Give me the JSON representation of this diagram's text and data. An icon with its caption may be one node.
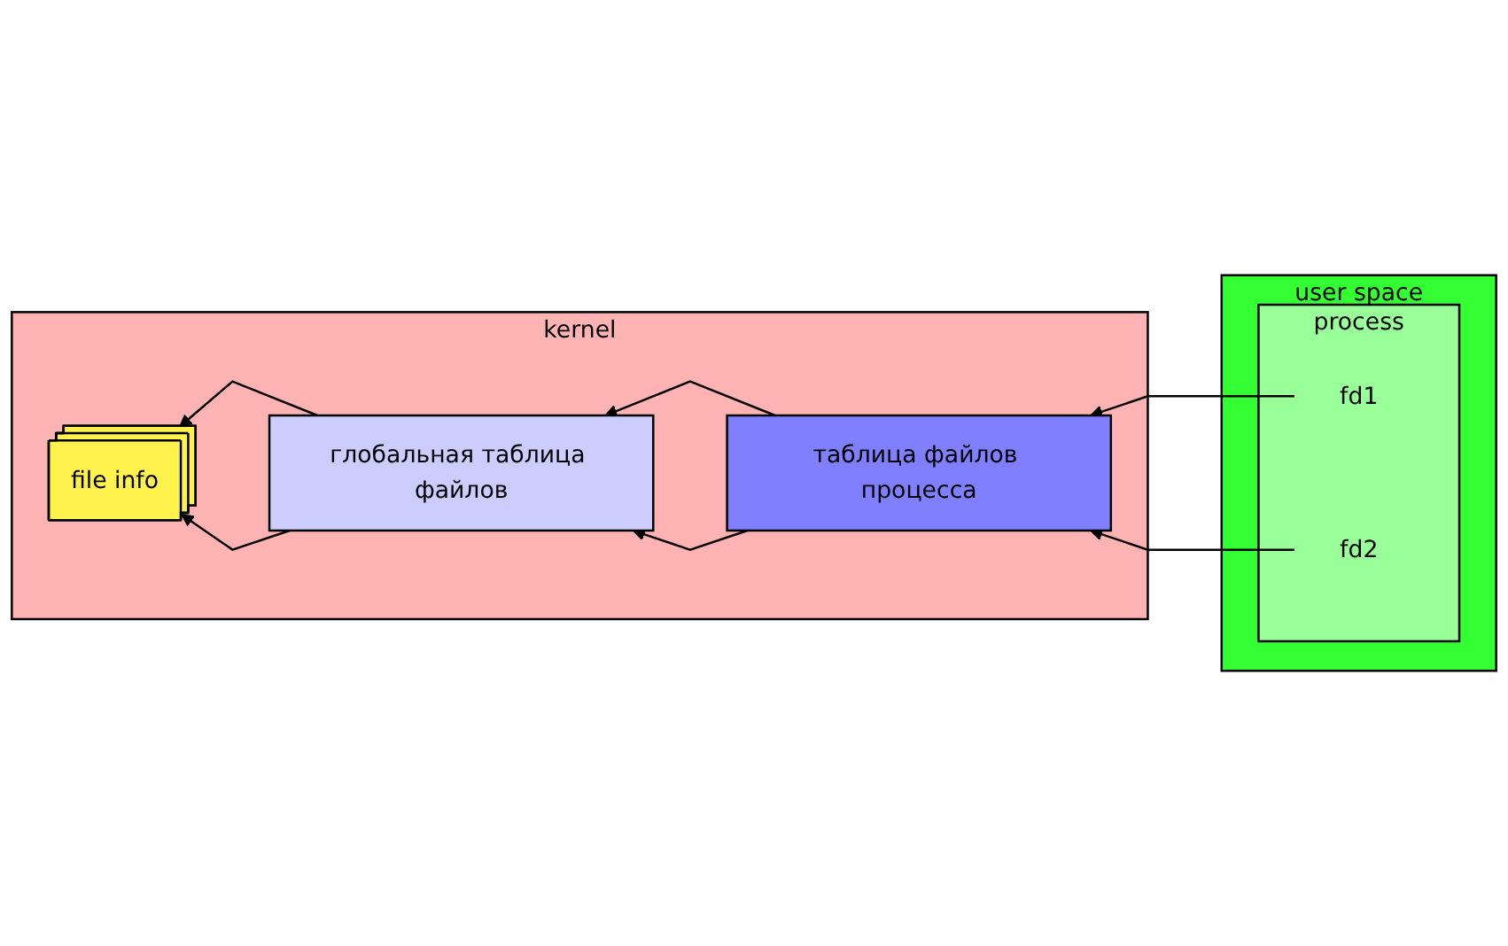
{
  "diagram": {
    "nodes": [
      {
        "text": [
          "kernel"
        ]
      },
      {
        "text": [
          "глобальная таблица файлов"
        ],
        "in": 0
      },
      {
        "text": [
          "таблица файлов процесса"
        ],
        "in": 0
      },
      {
        "text": [
          "file info"
        ],
        "in": 0
      },
      {
        "text": [
          "user space"
        ]
      },
      {
        "text": [
          "process"
        ],
        "in": 4
      },
      {
        "text": [
          "fd1"
        ],
        "in": 5
      },
      {
        "text": [
          "fd2"
        ],
        "in": 5
      }
    ],
    "edges": [
      {
        "from": 6,
        "to": 2,
        "arrow": "to"
      },
      {
        "from": 7,
        "to": 2,
        "arrow": "to"
      },
      {
        "from": 2,
        "to": 1,
        "arrow": "to"
      },
      {
        "from": 2,
        "to": 1,
        "arrow": "to"
      },
      {
        "from": 1,
        "to": 3,
        "arrow": "to"
      },
      {
        "from": 1,
        "to": 3,
        "arrow": "to"
      }
    ]
  }
}
